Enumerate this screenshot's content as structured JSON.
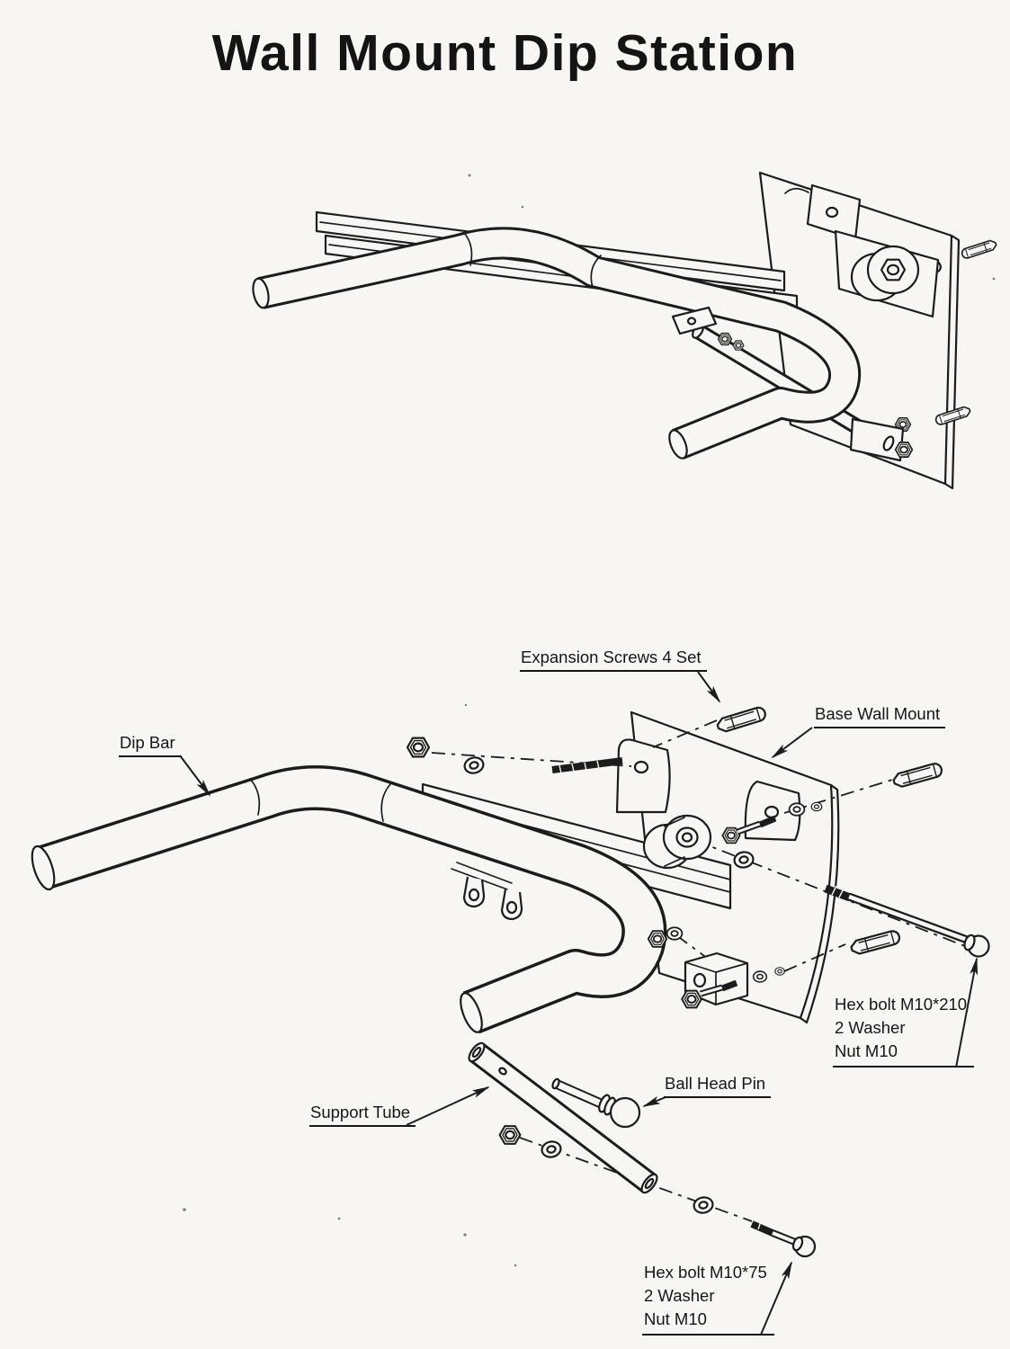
{
  "title": "Wall Mount Dip Station",
  "labels": {
    "expansion_screws": "Expansion Screws 4 Set",
    "base_wall_mount": "Base Wall Mount",
    "dip_bar": "Dip Bar",
    "support_tube": "Support Tube",
    "ball_head_pin": "Ball Head Pin",
    "hex_bolt_210": {
      "line1": "Hex bolt M10*210",
      "line2": "2 Washer",
      "line3": "Nut M10"
    },
    "hex_bolt_75": {
      "line1": "Hex bolt M10*75",
      "line2": "2 Washer",
      "line3": "Nut M10"
    }
  },
  "colors": {
    "ink": "#1c1c1c",
    "paper": "#f8f6f2"
  }
}
